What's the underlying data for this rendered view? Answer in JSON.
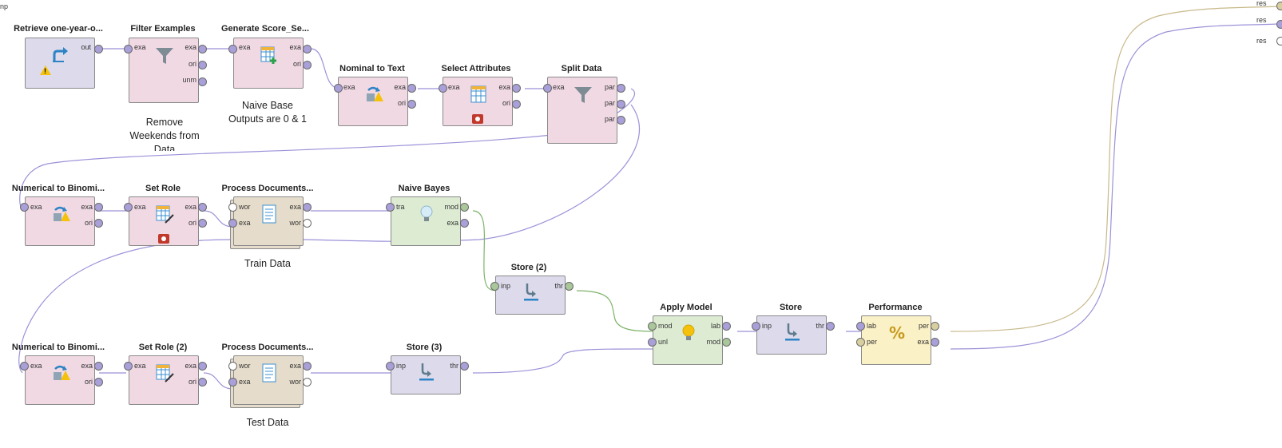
{
  "left_edge_label": "np",
  "operators": {
    "retrieve": {
      "title": "Retrieve one-year-o...",
      "ports_out": [
        "out"
      ]
    },
    "filter": {
      "title": "Filter Examples",
      "ports_in": [
        "exa"
      ],
      "ports_out": [
        "exa",
        "ori",
        "unm"
      ]
    },
    "generate": {
      "title": "Generate Score_Se...",
      "ports_in": [
        "exa"
      ],
      "ports_out": [
        "exa",
        "ori"
      ]
    },
    "nominal": {
      "title": "Nominal to Text",
      "ports_in": [
        "exa"
      ],
      "ports_out": [
        "exa",
        "ori"
      ]
    },
    "select": {
      "title": "Select Attributes",
      "ports_in": [
        "exa"
      ],
      "ports_out": [
        "exa",
        "ori"
      ]
    },
    "split": {
      "title": "Split Data",
      "ports_in": [
        "exa"
      ],
      "ports_out": [
        "par",
        "par",
        "par"
      ]
    },
    "num1": {
      "title": "Numerical to Binomi...",
      "ports_in": [
        "exa"
      ],
      "ports_out": [
        "exa",
        "ori"
      ]
    },
    "setrole": {
      "title": "Set Role",
      "ports_in": [
        "exa"
      ],
      "ports_out": [
        "exa",
        "ori"
      ]
    },
    "process1": {
      "title": "Process Documents...",
      "ports_in": [
        "wor",
        "exa"
      ],
      "ports_out": [
        "exa",
        "wor"
      ]
    },
    "naive": {
      "title": "Naive Bayes",
      "ports_in": [
        "tra"
      ],
      "ports_out": [
        "mod",
        "exa"
      ]
    },
    "store2": {
      "title": "Store (2)",
      "ports_in": [
        "inp"
      ],
      "ports_out": [
        "thr"
      ]
    },
    "apply": {
      "title": "Apply Model",
      "ports_in": [
        "mod",
        "unl"
      ],
      "ports_out": [
        "lab",
        "mod"
      ]
    },
    "store": {
      "title": "Store",
      "ports_in": [
        "inp"
      ],
      "ports_out": [
        "thr"
      ]
    },
    "perf": {
      "title": "Performance",
      "ports_in": [
        "lab",
        "per"
      ],
      "ports_out": [
        "per",
        "exa"
      ]
    },
    "num2": {
      "title": "Numerical to Binomi...",
      "ports_in": [
        "exa"
      ],
      "ports_out": [
        "exa",
        "ori"
      ]
    },
    "setrole2": {
      "title": "Set Role (2)",
      "ports_in": [
        "exa"
      ],
      "ports_out": [
        "exa",
        "ori"
      ]
    },
    "process2": {
      "title": "Process Documents...",
      "ports_in": [
        "wor",
        "exa"
      ],
      "ports_out": [
        "exa",
        "wor"
      ]
    },
    "store3": {
      "title": "Store (3)",
      "ports_in": [
        "inp"
      ],
      "ports_out": [
        "thr"
      ]
    }
  },
  "notes": {
    "remove_weekends": "Remove\nWeekends from\nData",
    "naive_base": "Naive Base\nOutputs are 0 & 1",
    "train": "Train Data",
    "test": "Test Data"
  },
  "result_ports": [
    "res",
    "res",
    "res"
  ],
  "colors": {
    "example_port": "#a9a0d9",
    "model_port": "#a9c79a",
    "performance_port": "#d8cfa0",
    "example_wire": "#9b92d8",
    "model_wire": "#7db36a",
    "performance_wire": "#c8b98a"
  }
}
